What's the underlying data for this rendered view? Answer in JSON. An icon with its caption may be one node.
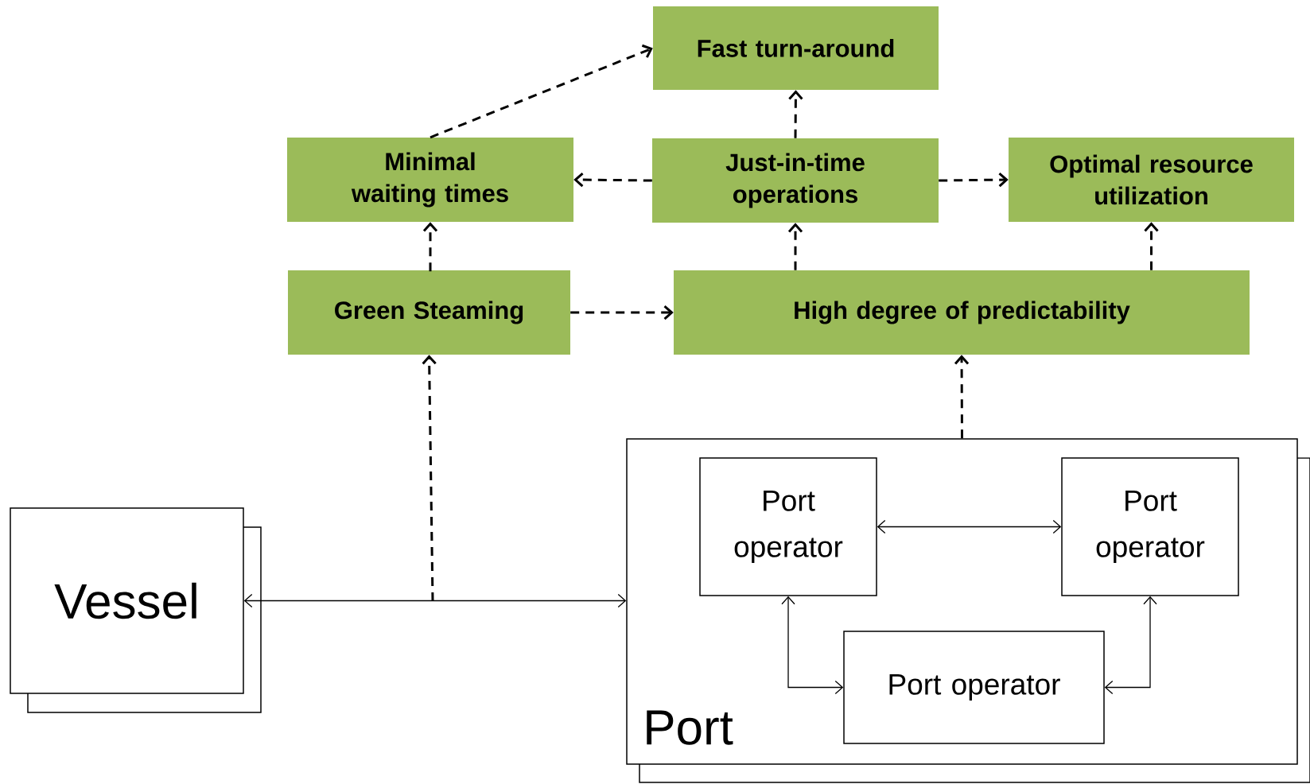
{
  "diagram": {
    "nodes": [
      {
        "text": [
          "Fast turn-around"
        ]
      },
      {
        "text": [
          "Minimal waiting times"
        ]
      },
      {
        "text": [
          "Just-in-time operations"
        ]
      },
      {
        "text": [
          "Optimal resource utilization"
        ]
      },
      {
        "text": [
          "Green Steaming"
        ]
      },
      {
        "text": [
          "High degree of predictability"
        ]
      },
      {
        "text": [
          "Vessel"
        ]
      },
      {
        "text": [
          "Port"
        ]
      },
      {
        "text": [
          "Port operator"
        ],
        "in": 7
      },
      {
        "text": [
          "Port operator"
        ],
        "in": 7
      },
      {
        "text": [
          "Port operator"
        ],
        "in": 7
      }
    ],
    "edges": [
      {
        "from": 1,
        "to": 0,
        "arrow": "to",
        "style": "dashed"
      },
      {
        "from": 2,
        "to": 0,
        "arrow": "to",
        "style": "dashed"
      },
      {
        "from": 2,
        "to": 1,
        "arrow": "to",
        "style": "dashed"
      },
      {
        "from": 2,
        "to": 3,
        "arrow": "to",
        "style": "dashed"
      },
      {
        "from": 4,
        "to": 1,
        "arrow": "to",
        "style": "dashed"
      },
      {
        "from": 4,
        "to": 5,
        "arrow": "to",
        "style": "dashed"
      },
      {
        "from": 5,
        "to": 2,
        "arrow": "to",
        "style": "dashed"
      },
      {
        "from": 5,
        "to": 3,
        "arrow": "to",
        "style": "dashed"
      },
      {
        "from": 7,
        "to": 5,
        "arrow": "to",
        "style": "dashed"
      },
      {
        "from": null,
        "to": 4,
        "arrow": "to",
        "style": "dashed"
      },
      {
        "from": 6,
        "to": 7,
        "arrow": "both"
      },
      {
        "from": 8,
        "to": 9,
        "arrow": "both"
      },
      {
        "from": 8,
        "to": 10,
        "arrow": "both"
      },
      {
        "from": 9,
        "to": 10,
        "arrow": "both"
      }
    ]
  }
}
